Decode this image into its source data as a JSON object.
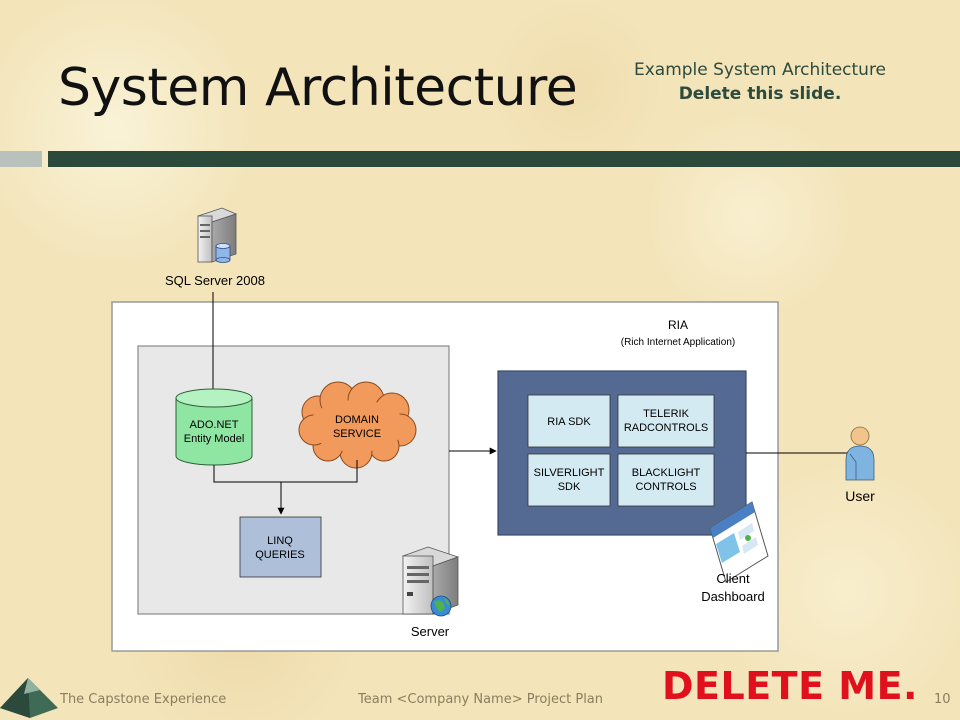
{
  "slide": {
    "title": "System Architecture",
    "subtitle_line1": "Example System Architecture",
    "subtitle_line2": "Delete this slide.",
    "delete_banner": "DELETE ME.",
    "page_number": "10"
  },
  "footer": {
    "left": "The Capstone Experience",
    "center": "Team <Company Name> Project Plan"
  },
  "diagram": {
    "sql_server_label": "SQL Server 2008",
    "ria_title": "RIA",
    "ria_subtitle": "(Rich Internet Application)",
    "ado_line1": "ADO.NET",
    "ado_line2": "Entity Model",
    "domain_line1": "DOMAIN",
    "domain_line2": "SERVICE",
    "linq_line1": "LINQ",
    "linq_line2": "QUERIES",
    "server_label": "Server",
    "ria_sdk": "RIA SDK",
    "telerik_line1": "TELERIK",
    "telerik_line2": "RADCONTROLS",
    "silverlight_line1": "SILVERLIGHT",
    "silverlight_line2": "SDK",
    "blacklight_line1": "BLACKLIGHT",
    "blacklight_line2": "CONTROLS",
    "user_label": "User",
    "client_line1": "Client",
    "client_line2": "Dashboard"
  },
  "colors": {
    "title_rule": "#2b4a3b",
    "delete_banner": "#e0101c",
    "ado_cylinder": "#8ee6a2",
    "domain_cloud": "#f29a5c",
    "linq_box": "#aebfd9",
    "ria_panel": "#556a93",
    "ria_tiles": "#d3eaf2"
  },
  "icons": [
    "server-icon",
    "database-icon",
    "globe-icon",
    "user-icon",
    "dashboard-icon",
    "logo-icon"
  ]
}
